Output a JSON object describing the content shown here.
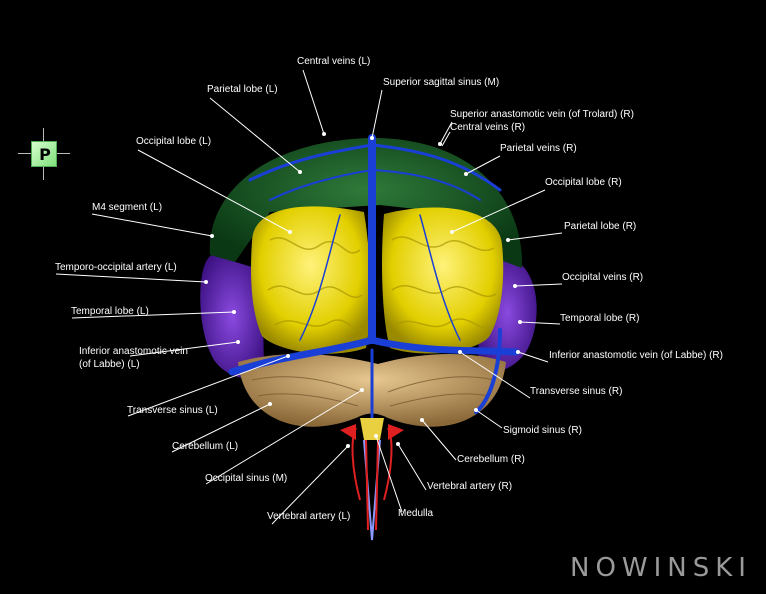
{
  "orientation": {
    "letter": "P"
  },
  "logo": {
    "text": "NOWINSKI"
  },
  "labels": [
    {
      "id": "central-veins-l",
      "text": "Central veins (L)"
    },
    {
      "id": "superior-sagittal-sinus-m",
      "text": "Superior sagittal sinus (M)"
    },
    {
      "id": "parietal-lobe-l",
      "text": "Parietal lobe (L)"
    },
    {
      "id": "superior-anastomotic-vein-r",
      "text": "Superior anastomotic vein (of Trolard) (R)"
    },
    {
      "id": "central-veins-r",
      "text": "Central veins (R)"
    },
    {
      "id": "occipital-lobe-l",
      "text": "Occipital lobe (L)"
    },
    {
      "id": "parietal-veins-r",
      "text": "Parietal veins (R)"
    },
    {
      "id": "occipital-lobe-r",
      "text": "Occipital lobe (R)"
    },
    {
      "id": "m4-segment-l",
      "text": "M4 segment (L)"
    },
    {
      "id": "parietal-lobe-r",
      "text": "Parietal lobe (R)"
    },
    {
      "id": "temporo-occipital-artery-l",
      "text": "Temporo-occipital artery (L)"
    },
    {
      "id": "occipital-veins-r",
      "text": "Occipital veins (R)"
    },
    {
      "id": "temporal-lobe-l",
      "text": "Temporal lobe (L)"
    },
    {
      "id": "temporal-lobe-r",
      "text": "Temporal lobe (R)"
    },
    {
      "id": "inferior-anastomotic-vein-l-1",
      "text": "Inferior anastomotic vein"
    },
    {
      "id": "inferior-anastomotic-vein-l-2",
      "text": "(of Labbe) (L)"
    },
    {
      "id": "inferior-anastomotic-vein-r",
      "text": "Inferior anastomotic vein (of Labbe) (R)"
    },
    {
      "id": "transverse-sinus-r",
      "text": "Transverse sinus (R)"
    },
    {
      "id": "transverse-sinus-l",
      "text": "Transverse sinus (L)"
    },
    {
      "id": "sigmoid-sinus-r",
      "text": "Sigmoid sinus (R)"
    },
    {
      "id": "cerebellum-l",
      "text": "Cerebellum (L)"
    },
    {
      "id": "cerebellum-r",
      "text": "Cerebellum (R)"
    },
    {
      "id": "occipital-sinus-m",
      "text": "Occipital sinus (M)"
    },
    {
      "id": "vertebral-artery-r",
      "text": "Vertebral artery (R)"
    },
    {
      "id": "medulla",
      "text": "Medulla"
    },
    {
      "id": "vertebral-artery-l",
      "text": "Vertebral artery (L)"
    }
  ],
  "colors": {
    "background": "#000000",
    "parietal": "#0f4a1c",
    "occipital": "#e6d400",
    "temporal": "#5a1fa8",
    "cerebellum": "#c9a06a",
    "veins": "#1a3fd6",
    "artery": "#e02020",
    "leader": "#ffffff"
  }
}
